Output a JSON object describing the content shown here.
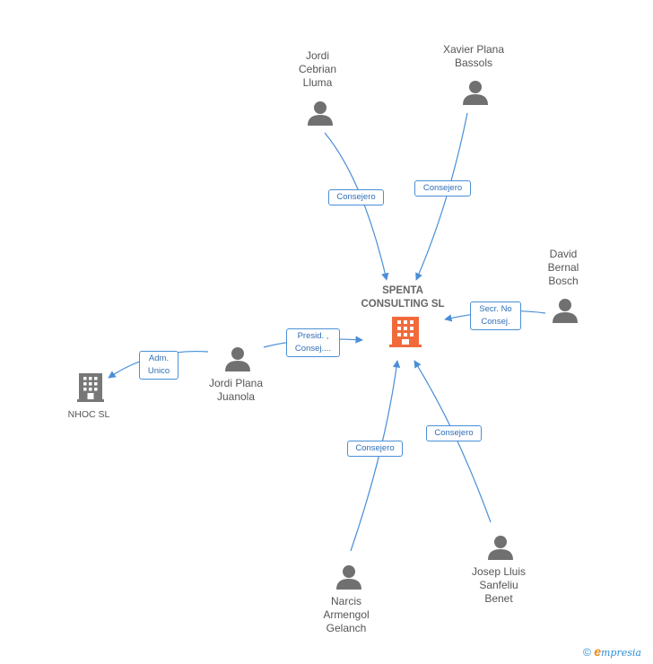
{
  "main_company": {
    "name": "SPENTA\nCONSULTING SL",
    "color": "#f26a3a"
  },
  "companies": [
    {
      "id": "nhoc",
      "name": "NHOC SL",
      "color": "#777777"
    }
  ],
  "persons": [
    {
      "id": "jordi-cebrian",
      "name": "Jordi\nCebrian\nLluma"
    },
    {
      "id": "xavier-plana",
      "name": "Xavier Plana\nBassols"
    },
    {
      "id": "david-bernal",
      "name": "David\nBernal\nBosch"
    },
    {
      "id": "jordi-plana",
      "name": "Jordi Plana\nJuanola"
    },
    {
      "id": "narcis-armengol",
      "name": "Narcis\nArmengol\nGelanch"
    },
    {
      "id": "josep-lluis",
      "name": "Josep Lluis\nSanfeliu\nBenet"
    }
  ],
  "roles": [
    {
      "id": "r1",
      "label": "Consejero"
    },
    {
      "id": "r2",
      "label": "Consejero"
    },
    {
      "id": "r3",
      "label": "Secr. No\nConsej."
    },
    {
      "id": "r4",
      "label": "Presid. ,\nConsej...."
    },
    {
      "id": "r5",
      "label": "Adm.\nUnico"
    },
    {
      "id": "r6",
      "label": "Consejero"
    },
    {
      "id": "r7",
      "label": "Consejero"
    }
  ],
  "colors": {
    "edge": "#4a8fd6",
    "person_icon": "#707070",
    "badge_text": "#2f6fb8"
  },
  "watermark": {
    "copyright": "©",
    "brand_e": "e",
    "brand_rest": "mpresia"
  }
}
